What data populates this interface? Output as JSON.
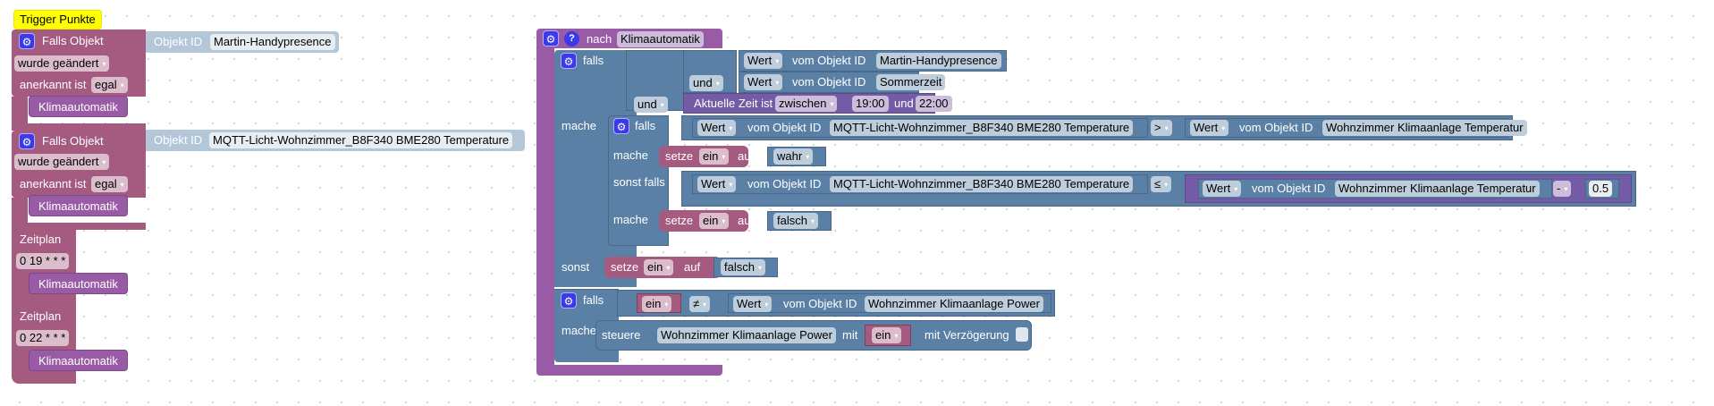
{
  "workspace": {
    "comment": "Trigger Punkte",
    "triggers": [
      {
        "type": "falls_objekt",
        "title": "Falls Objekt",
        "object_id_label": "Objekt ID",
        "object_id": "Martin-Handypresence",
        "change": "wurde geändert",
        "ack_label": "anerkannt ist",
        "ack_value": "egal",
        "call": "Klimaautomatik"
      },
      {
        "type": "falls_objekt",
        "title": "Falls Objekt",
        "object_id_label": "Objekt ID",
        "object_id": "MQTT-Licht-Wohnzimmer_B8F340 BME280  Temperature",
        "change": "wurde geändert",
        "ack_label": "anerkannt ist",
        "ack_value": "egal",
        "call": "Klimaautomatik"
      },
      {
        "type": "zeitplan",
        "title": "Zeitplan",
        "cron": "0 19 * * *",
        "call": "Klimaautomatik"
      },
      {
        "type": "zeitplan",
        "title": "Zeitplan",
        "cron": "0 22 * * *",
        "call": "Klimaautomatik"
      }
    ],
    "procedure": {
      "label": "nach",
      "name": "Klimaautomatik",
      "falls_label": "falls",
      "mache_label": "mache",
      "sonst_label": "sonst",
      "sonst_falls_label": "sonst falls",
      "conditions": {
        "c1": {
          "prop": "Wert",
          "from": "vom Objekt ID",
          "id": "Martin-Handypresence"
        },
        "and1": "und",
        "c2": {
          "prop": "Wert",
          "from": "vom Objekt ID",
          "id": "Sommerzeit"
        },
        "and2": "und",
        "time": {
          "label": "Aktuelle Zeit ist",
          "op": "zwischen",
          "from": "19:00",
          "and": "und",
          "to": "22:00"
        }
      },
      "inner_if": {
        "cond1": {
          "left": {
            "prop": "Wert",
            "from": "vom Objekt ID",
            "id": "MQTT-Licht-Wohnzimmer_B8F340 BME280  Temperature"
          },
          "op": ">",
          "right": {
            "prop": "Wert",
            "from": "vom Objekt ID",
            "id": "Wohnzimmer Klimaanlage Temperatur"
          }
        },
        "then1": {
          "set": "setze",
          "var": "ein",
          "to": "auf",
          "value": "wahr"
        },
        "cond2": {
          "left": {
            "prop": "Wert",
            "from": "vom Objekt ID",
            "id": "MQTT-Licht-Wohnzimmer_B8F340 BME280  Temperature"
          },
          "op": "≤",
          "right": {
            "prop": "Wert",
            "from": "vom Objekt ID",
            "id": "Wohnzimmer Klimaanlage Temperatur",
            "math_op": "-",
            "num": "0.5"
          }
        },
        "then2": {
          "set": "setze",
          "var": "ein",
          "to": "auf",
          "value": "falsch"
        }
      },
      "else": {
        "set": "setze",
        "var": "ein",
        "to": "auf",
        "value": "falsch"
      },
      "second_if": {
        "left": "ein",
        "op": "≠",
        "right": {
          "prop": "Wert",
          "from": "vom Objekt ID",
          "id": "Wohnzimmer Klimaanlage Power"
        },
        "action": {
          "label": "steuere",
          "target": "Wohnzimmer Klimaanlage Power",
          "with": "mit",
          "value": "ein",
          "delay": "mit Verzögerung",
          "delay_checked": false
        }
      }
    }
  },
  "icons": {
    "gear": "⚙",
    "help": "?",
    "dropdown": "▾"
  }
}
